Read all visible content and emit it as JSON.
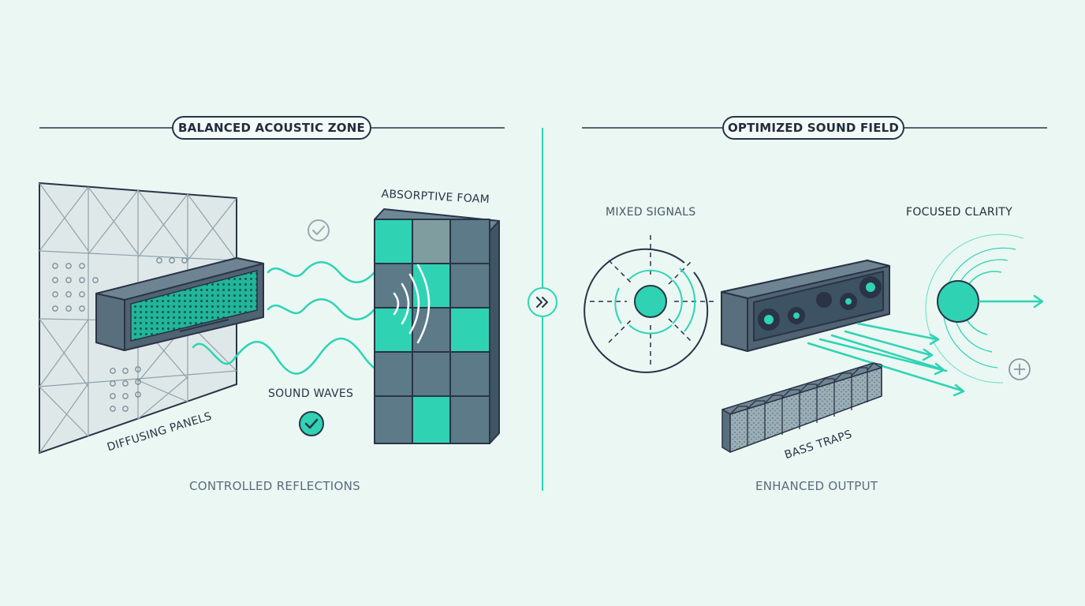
{
  "left_panel": {
    "title": "BALANCED ACOUSTIC ZONE",
    "labels": {
      "absorptive_foam": "ABSORPTIVE FOAM",
      "sound_waves": "SOUND WAVES",
      "diffusing_panels": "DIFFUSING PANELS"
    },
    "caption": "CONTROLLED REFLECTIONS"
  },
  "right_panel": {
    "title": "OPTIMIZED SOUND FIELD",
    "labels": {
      "mixed_signals": "MIXED SIGNALS",
      "focused_clarity": "FOCUSED CLARITY",
      "bass_traps": "BASS TRAPS"
    },
    "caption": "ENHANCED OUTPUT"
  },
  "icons": {
    "check_faded": "check-circle-outline-icon",
    "check_filled": "check-circle-filled-icon",
    "divider": "double-chevron-right-icon",
    "plus": "plus-circle-icon"
  },
  "colors": {
    "accent": "#2fd3b4",
    "dark": "#2a3446",
    "slate": "#4f6878",
    "background": "#eaf7f3"
  }
}
